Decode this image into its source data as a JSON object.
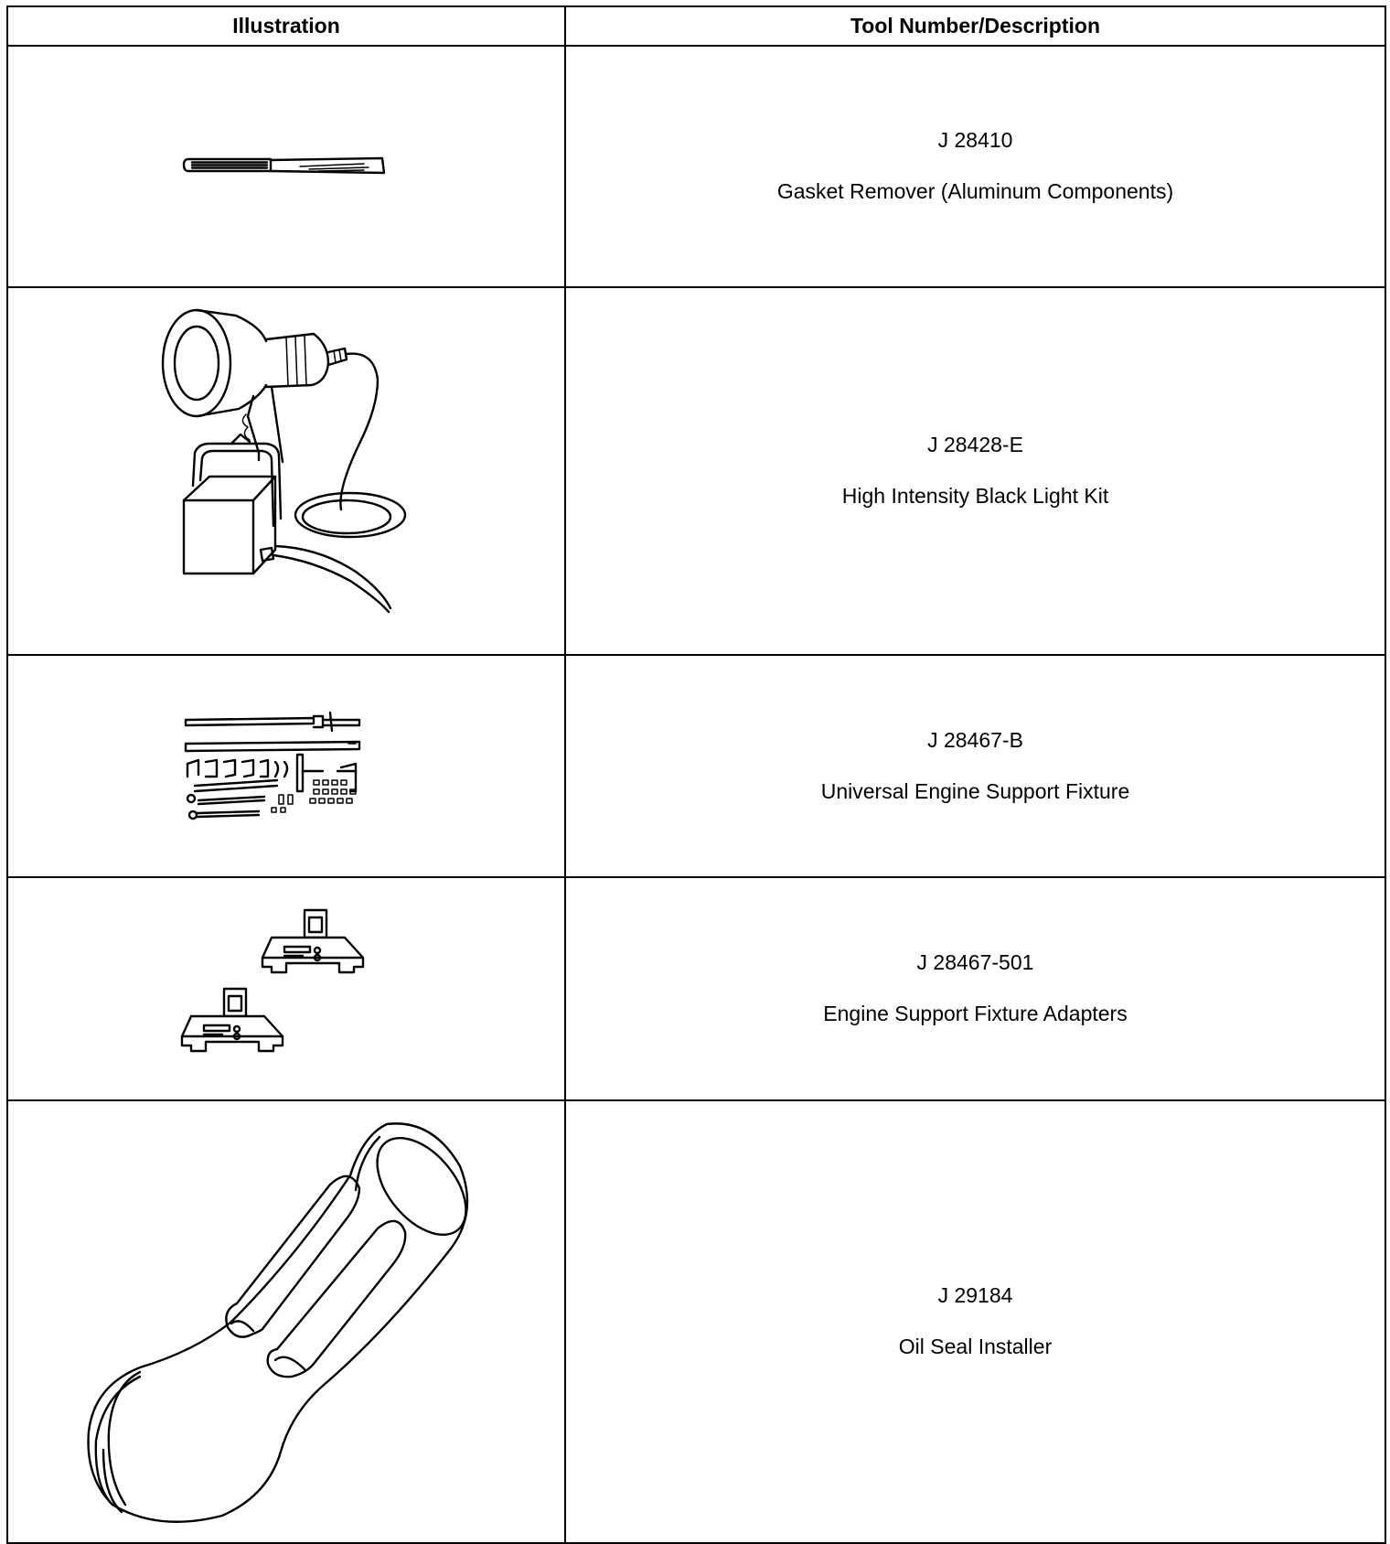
{
  "table": {
    "headers": {
      "illustration": "Illustration",
      "tool": "Tool Number/Description"
    },
    "rows": [
      {
        "number": "J 28410",
        "description": "Gasket Remover (Aluminum Components)",
        "icon": "gasket-remover-illustration"
      },
      {
        "number": "J 28428-E",
        "description": "High Intensity Black Light Kit",
        "icon": "black-light-kit-illustration"
      },
      {
        "number": "J 28467-B",
        "description": "Universal Engine Support Fixture",
        "icon": "engine-support-fixture-illustration"
      },
      {
        "number": "J 28467-501",
        "description": "Engine Support Fixture Adapters",
        "icon": "fixture-adapters-illustration"
      },
      {
        "number": "J 29184",
        "description": "Oil Seal Installer",
        "icon": "oil-seal-installer-illustration"
      }
    ]
  }
}
